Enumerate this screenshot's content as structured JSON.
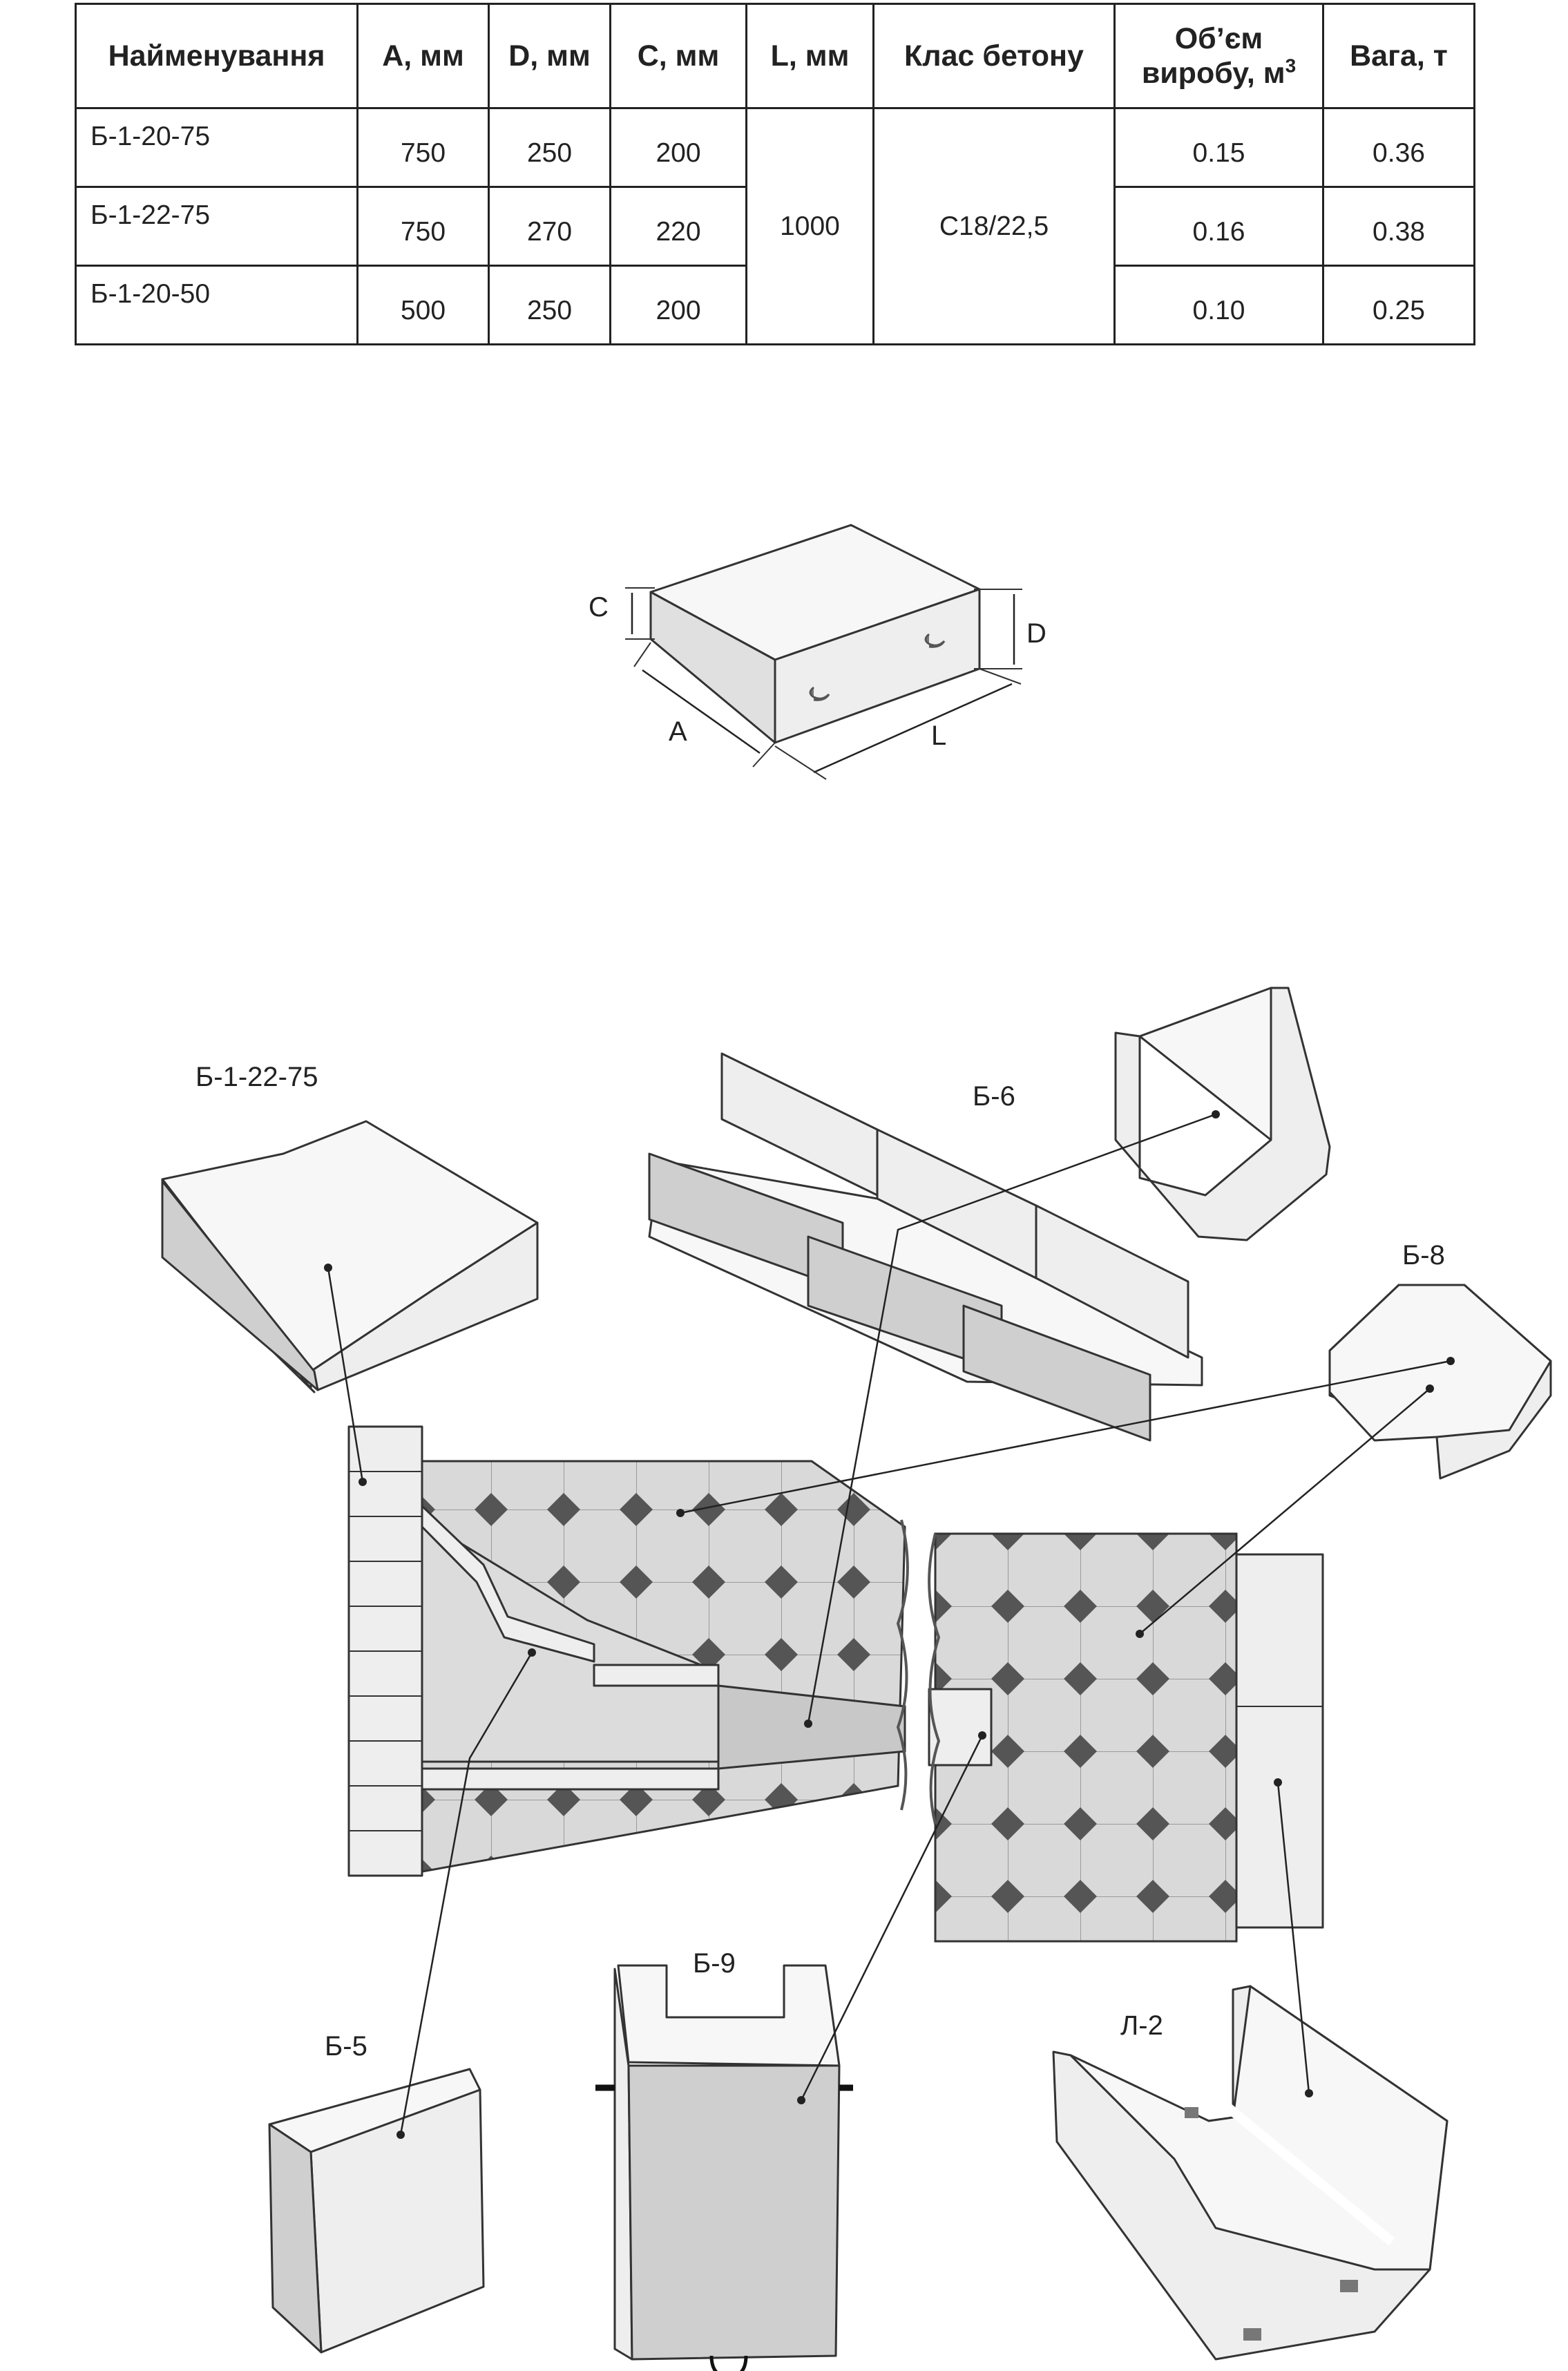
{
  "table": {
    "headers": [
      {
        "text": "Найменування"
      },
      {
        "text": "A, мм"
      },
      {
        "text": "D, мм"
      },
      {
        "text": "C, мм"
      },
      {
        "text": "L, мм"
      },
      {
        "text": "Клас бетону"
      },
      {
        "text": "Об’єм виробу, м",
        "sup": "3"
      },
      {
        "text": "Вага, т"
      }
    ],
    "rows": [
      {
        "name": "Б-1-20-75",
        "a": "750",
        "d": "250",
        "c": "200",
        "volume": "0.15",
        "weight": "0.36"
      },
      {
        "name": "Б-1-22-75",
        "a": "750",
        "d": "270",
        "c": "220",
        "volume": "0.16",
        "weight": "0.38"
      },
      {
        "name": "Б-1-20-50",
        "a": "500",
        "d": "250",
        "c": "200",
        "volume": "0.10",
        "weight": "0.25"
      }
    ],
    "shared_length": "1000",
    "shared_concrete_class": "C18/22,5"
  },
  "dimension_diagram": {
    "label_c": "C",
    "label_d": "D",
    "label_a": "A",
    "label_l": "L"
  },
  "assembly_labels": {
    "b1_22_75": "Б-1-22-75",
    "b6": "Б-6",
    "b8": "Б-8",
    "b5": "Б-5",
    "b9": "Б-9",
    "l2": "Л-2"
  }
}
